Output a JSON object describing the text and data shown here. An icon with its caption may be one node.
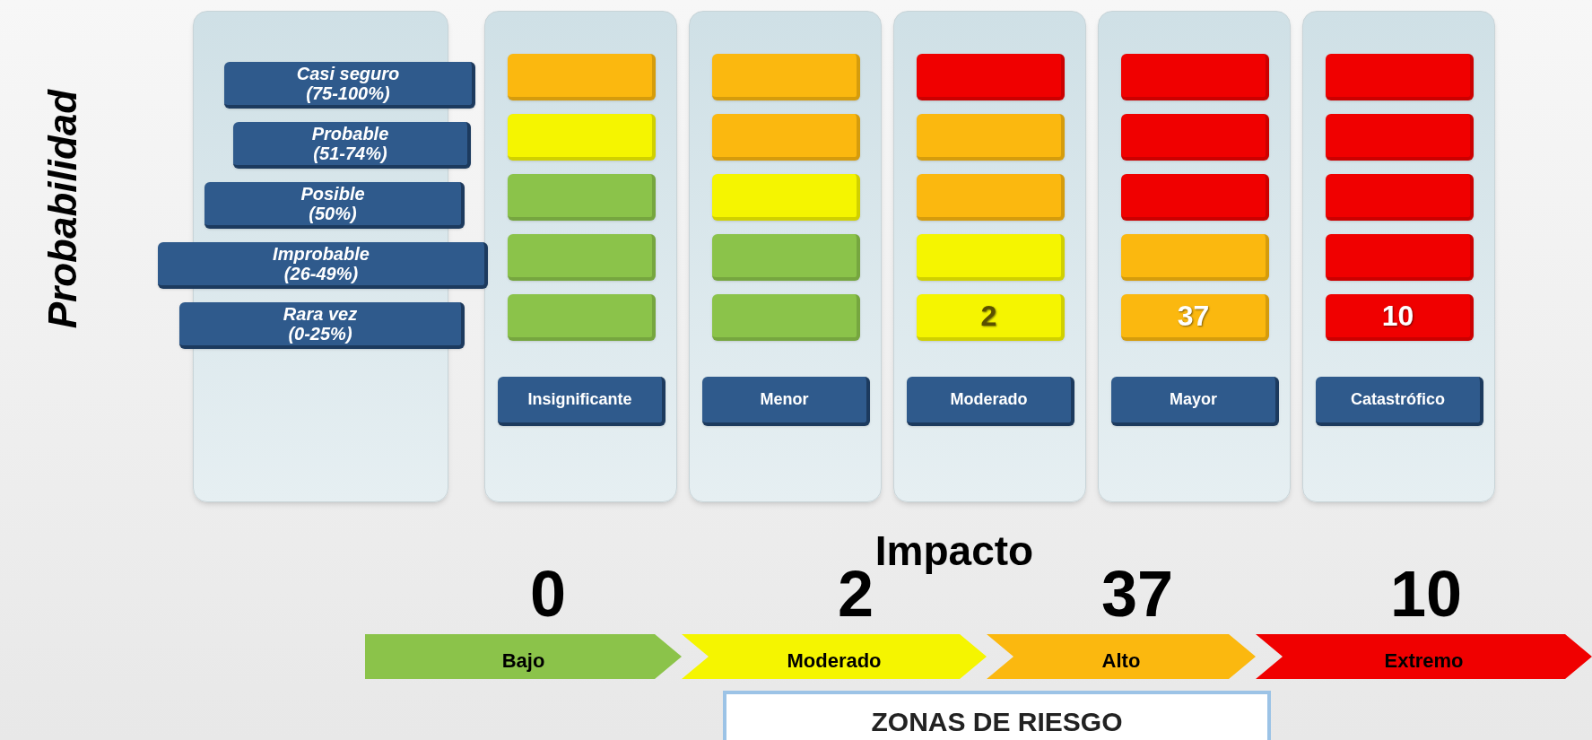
{
  "diagram": {
    "nodes": [
      {
        "text": [],
        "shape": "box"
      },
      {
        "text": [
          "Casi seguro",
          "(75-100%)"
        ]
      },
      {
        "text": [
          "Probable",
          "(51-74%)"
        ]
      },
      {
        "text": [
          "Posible",
          "(50%)"
        ]
      },
      {
        "text": [
          "Improbable",
          "(26-49%)"
        ]
      },
      {
        "text": [
          "Rara vez",
          "(0-25%)"
        ]
      },
      {
        "text": [],
        "shape": "box"
      },
      {
        "text": [],
        "shape": "box",
        "in": 6
      },
      {
        "text": [],
        "shape": "box",
        "in": 6
      },
      {
        "text": [],
        "shape": "box",
        "in": 6
      },
      {
        "text": [],
        "shape": "box",
        "in": 6
      },
      {
        "text": [],
        "shape": "box",
        "in": 6
      },
      {
        "text": [
          "Insignificante"
        ],
        "in": 6
      },
      {
        "text": [],
        "shape": "box"
      },
      {
        "text": [],
        "shape": "box",
        "in": 13
      },
      {
        "text": [],
        "shape": "box",
        "in": 13
      },
      {
        "text": [],
        "shape": "box",
        "in": 13
      },
      {
        "text": [],
        "shape": "box",
        "in": 13
      },
      {
        "text": [],
        "shape": "box",
        "in": 13
      },
      {
        "text": [
          "Menor"
        ],
        "in": 13
      },
      {
        "text": [],
        "shape": "box"
      },
      {
        "text": [],
        "shape": "box",
        "in": 20
      },
      {
        "text": [],
        "shape": "box",
        "in": 20
      },
      {
        "text": [],
        "shape": "box",
        "in": 20
      },
      {
        "text": [],
        "shape": "box",
        "in": 20
      },
      {
        "text": [
          "2"
        ],
        "in": 20
      },
      {
        "text": [
          "Moderado"
        ],
        "in": 20
      },
      {
        "text": [],
        "shape": "box"
      },
      {
        "text": [],
        "shape": "box",
        "in": 27
      },
      {
        "text": [],
        "shape": "box",
        "in": 27
      },
      {
        "text": [],
        "shape": "box",
        "in": 27
      },
      {
        "text": [],
        "shape": "box",
        "in": 27
      },
      {
        "text": [
          "37"
        ],
        "in": 27
      },
      {
        "text": [
          "Mayor"
        ],
        "in": 27
      },
      {
        "text": [],
        "shape": "box"
      },
      {
        "text": [],
        "shape": "box",
        "in": 34
      },
      {
        "text": [],
        "shape": "box",
        "in": 34
      },
      {
        "text": [],
        "shape": "box",
        "in": 34
      },
      {
        "text": [],
        "shape": "box",
        "in": 34
      },
      {
        "text": [
          "10"
        ],
        "in": 34
      },
      {
        "text": [
          "Catastrófico"
        ],
        "in": 34
      },
      {
        "text": [
          "Bajo"
        ]
      },
      {
        "text": [
          "Moderado"
        ]
      },
      {
        "text": [
          "Alto"
        ]
      },
      {
        "text": [
          "Extremo"
        ]
      },
      {
        "text": [
          "ZONAS DE RIESGO"
        ]
      }
    ],
    "labels": [
      "Probabilidad",
      "Impacto",
      "0",
      "2",
      "37",
      "10"
    ]
  }
}
